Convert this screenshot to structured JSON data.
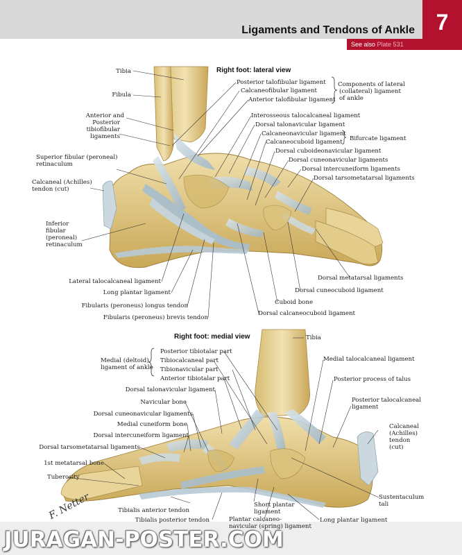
{
  "header": {
    "title": "Ligaments and Tendons of Ankle",
    "chapter": "7",
    "see_also_prefix": "See also",
    "see_also_ref": "Plate 531"
  },
  "lateral_view": {
    "title": "Right foot: lateral view",
    "labels": {
      "tibia": "Tibia",
      "fibula": "Fibula",
      "ant_post_tibiofibular_1": "Anterior and",
      "ant_post_tibiofibular_2": "Posterior",
      "ant_post_tibiofibular_3": "tibiofibular",
      "ant_post_tibiofibular_4": "ligaments",
      "sup_fibular_1": "Superior fibular (peroneal)",
      "sup_fibular_2": "retinaculum",
      "calcaneal_tendon_1": "Calcaneal (Achilles)",
      "calcaneal_tendon_2": "tendon (cut)",
      "inf_fibular_1": "Inferior",
      "inf_fibular_2": "fibular",
      "inf_fibular_3": "(peroneal)",
      "inf_fibular_4": "retinaculum",
      "post_talofibular": "Posterior talofibular ligament",
      "calcaneofibular": "Calcaneofibular ligament",
      "ant_talofibular": "Anterior talofibular ligament",
      "lateral_group_1": "Components of lateral",
      "lateral_group_2": "(collateral) ligament",
      "lateral_group_3": "of ankle",
      "interosseous": "Interosseous talocalcaneal ligament",
      "dorsal_talonavicular": "Dorsal talonavicular ligament",
      "calcaneonavicular": "Calcaneonavicular ligament",
      "calcaneocuboid": "Calcaneocuboid ligament",
      "bifurcate": "Bifurcate ligament",
      "dorsal_cuboideonavicular": "Dorsal cuboideonavicular ligament",
      "dorsal_cuneonavicular": "Dorsal cuneonavicular ligaments",
      "dorsal_intercuneiform": "Dorsal intercuneiform ligaments",
      "dorsal_tarsometatarsal": "Dorsal tarsometatarsal ligaments",
      "dorsal_metatarsal": "Dorsal metatarsal ligaments",
      "dorsal_cuneocuboid": "Dorsal cuneocuboid ligament",
      "cuboid": "Cuboid bone",
      "dorsal_calcaneocuboid": "Dorsal calcaneocuboid ligament",
      "lateral_talocalcaneal": "Lateral talocalcaneal ligament",
      "long_plantar": "Long plantar ligament",
      "fibularis_longus": "Fibularis (peroneus) longus tendon",
      "fibularis_brevis": "Fibularis (peroneus) brevis tendon"
    }
  },
  "medial_view": {
    "title": "Right foot: medial view",
    "labels": {
      "tibia": "Tibia",
      "deltoid_1": "Medial (deltoid)",
      "deltoid_2": "ligament of ankle",
      "post_tibiotalar": "Posterior tibiotalar part",
      "tibiocalcaneal": "Tibiocalcaneal part",
      "tibionavicular": "Tibionavicular part",
      "ant_tibiotalar": "Anterior tibiotalar part",
      "medial_talocalcaneal": "Medial talocalcaneal ligament",
      "posterior_process": "Posterior process of talus",
      "post_talocalcaneal_1": "Posterior talocalcaneal",
      "post_talocalcaneal_2": "ligament",
      "calcaneal_1": "Calcaneal",
      "calcaneal_2": "(Achilles)",
      "calcaneal_3": "tendon",
      "calcaneal_4": "(cut)",
      "dorsal_talonavicular": "Dorsal talonavicular ligament",
      "navicular": "Navicular bone",
      "dorsal_cuneonavicular": "Dorsal cuneonavicular ligaments",
      "medial_cuneiform": "Medial cuneiform bone",
      "dorsal_intercuneiform": "Dorsal intercuneiform ligament",
      "dorsal_tarsometatarsal": "Dorsal tarsometatarsal ligaments",
      "first_metatarsal": "1st metatarsal bone",
      "tuberosity": "Tuberosity",
      "tibialis_anterior": "Tibialis anterior tendon",
      "tibialis_posterior": "Tibialis posterior tendon",
      "short_plantar_1": "Short plantar",
      "short_plantar_2": "ligament",
      "plantar_calcaneo_1": "Plantar calcaneo-",
      "plantar_calcaneo_2": "navicular (spring) ligament",
      "long_plantar": "Long plantar ligament",
      "sustentaculum_1": "Sustentaculum",
      "sustentaculum_2": "tali"
    }
  },
  "signature": "F. Netter",
  "watermark": "JURAGAN-POSTER.COM",
  "colors": {
    "accent": "#b3122e",
    "bone": "#e6cf8c",
    "bone_dark": "#b08a3c",
    "ligament": "#b9cbd6",
    "header_bg": "#d9d9d9"
  }
}
